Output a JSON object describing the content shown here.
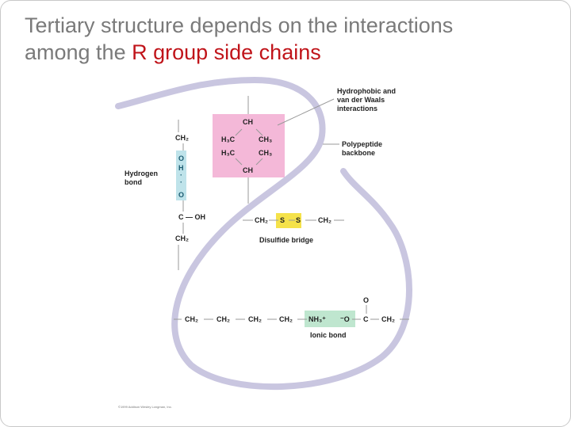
{
  "title": {
    "line1": "Tertiary structure depends on the interactions",
    "line2_prefix": "among the ",
    "line2_highlight": "R group side chains"
  },
  "colors": {
    "backbone": "#c9c6e0",
    "hydrophobic": "#f4b8d8",
    "hydrogen": "#bfe3ea",
    "disulfide": "#f5e24a",
    "ionic": "#bfe6cf",
    "highlight_text": "#c0141a"
  },
  "labels": {
    "hydrophobic": [
      "Hydrophobic and",
      "van der Waals",
      "interactions"
    ],
    "backbone": [
      "Polypeptide",
      "backbone"
    ],
    "hydrogen": [
      "Hydrogen",
      "bond"
    ],
    "disulfide": "Disulfide bridge",
    "ionic": "Ionic bond"
  },
  "hydrogen_chain": {
    "top": "CH₂",
    "o1": "O",
    "h": "H",
    "dots": "·\n·",
    "o2": "O",
    "c": "C",
    "oh": "— OH",
    "bottom": "CH₂"
  },
  "hydrophobic_group": {
    "ch_top": "CH",
    "h3c_1": "H₃C",
    "ch3_1": "CH₃",
    "h3c_2": "H₃C",
    "ch3_2": "CH₃",
    "ch_bottom": "CH"
  },
  "disulfide_chain": {
    "left": "CH₂",
    "s1": "S",
    "s2": "S",
    "right": "CH₂"
  },
  "ionic_chain": {
    "c1": "CH₂",
    "c2": "CH₂",
    "c3": "CH₂",
    "c4": "CH₂",
    "nh3": "NH₃⁺",
    "o_minus": "⁻O",
    "c": "C",
    "o_top": "O",
    "c5": "CH₂"
  },
  "copyright": "©1999 Addison Wesley Longman, Inc."
}
